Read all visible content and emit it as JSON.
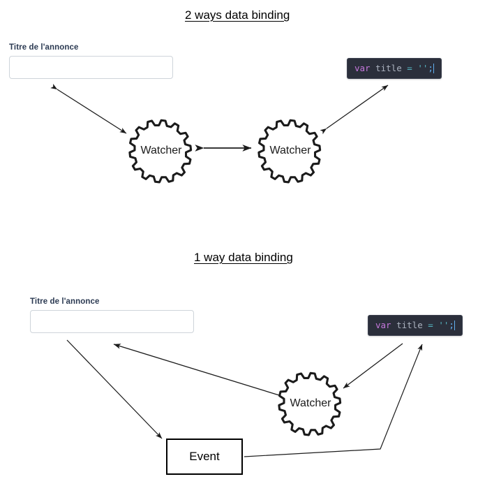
{
  "page": {
    "background": "#ffffff",
    "ink": "#1b1b1b"
  },
  "sections": [
    {
      "id": "two-way",
      "title": "2 ways data binding",
      "form": {
        "label": "Titre de l'annonce",
        "value": "",
        "placeholder": ""
      },
      "code": {
        "keyword": "var",
        "identifier": "title",
        "operator": "=",
        "string": "''",
        "terminator": ";",
        "full_text": "var title = '';"
      },
      "watchers": [
        {
          "label": "Watcher"
        },
        {
          "label": "Watcher"
        }
      ],
      "connections": [
        {
          "from": "input",
          "to": "watcher-left",
          "kind": "bidirectional"
        },
        {
          "from": "watcher-left",
          "to": "watcher-right",
          "kind": "bidirectional"
        },
        {
          "from": "watcher-right",
          "to": "code",
          "kind": "bidirectional"
        }
      ]
    },
    {
      "id": "one-way",
      "title": "1 way data binding",
      "form": {
        "label": "Titre de l'annonce",
        "value": "",
        "placeholder": ""
      },
      "code": {
        "keyword": "var",
        "identifier": "title",
        "operator": "=",
        "string": "''",
        "terminator": ";",
        "full_text": "var title = '';"
      },
      "watchers": [
        {
          "label": "Watcher"
        }
      ],
      "event_box": {
        "label": "Event"
      },
      "connections": [
        {
          "from": "watcher",
          "to": "input",
          "kind": "unidirectional"
        },
        {
          "from": "input",
          "to": "event",
          "kind": "unidirectional"
        },
        {
          "from": "code",
          "to": "watcher",
          "kind": "unidirectional"
        },
        {
          "from": "event",
          "to": "code",
          "kind": "unidirectional"
        }
      ]
    }
  ],
  "colors": {
    "code_background": "#2b2f3b",
    "code_keyword": "#c678dd",
    "code_identifier": "#abb2bf",
    "code_string": "#56b6c2",
    "code_punctuation": "#61afef",
    "input_border": "#ced4da",
    "label_text": "#2b3a52",
    "stroke": "#1b1b1b"
  }
}
